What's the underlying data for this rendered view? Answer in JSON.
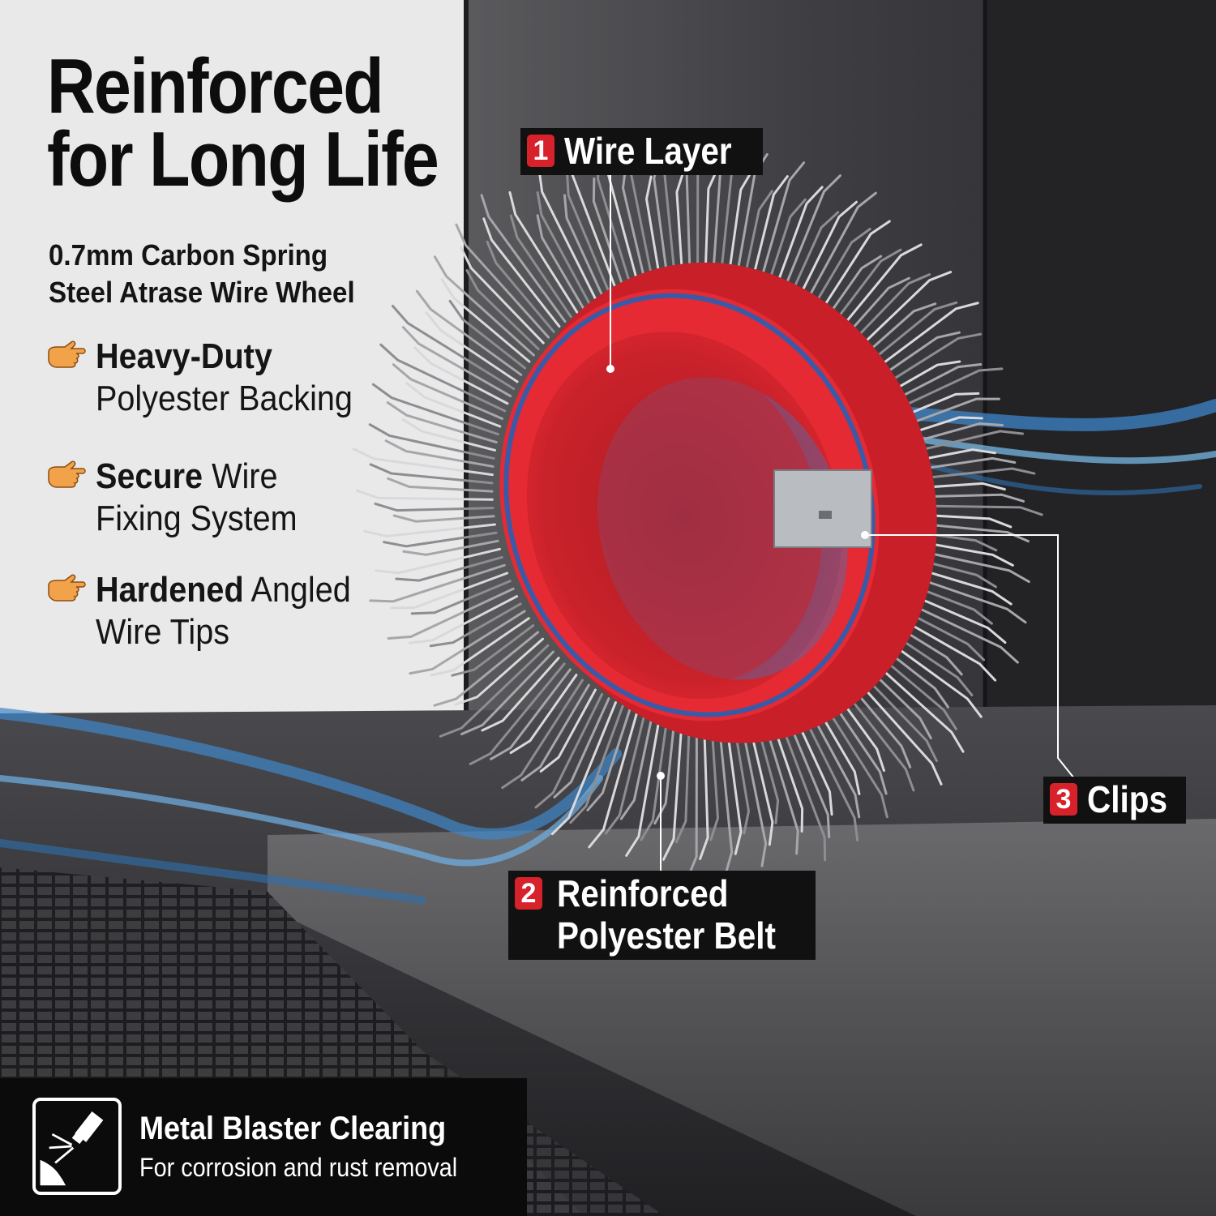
{
  "headline": {
    "line1": "Reinforced",
    "line2": "for Long Life"
  },
  "subtitle": {
    "line1": "0.7mm Carbon Spring",
    "line2": "Steel Atrase Wire Wheel"
  },
  "features": [
    {
      "bold": "Heavy-Duty",
      "rest": "",
      "line2": "Polyester Backing",
      "icon": "pointing-hand-icon"
    },
    {
      "bold": "Secure",
      "rest": " Wire",
      "line2": "Fixing System",
      "icon": "pointing-hand-icon"
    },
    {
      "bold": "Hardened",
      "rest": " Angled",
      "line2": "Wire Tips",
      "icon": "pointing-hand-icon"
    }
  ],
  "callouts": [
    {
      "number": "1",
      "label": "Wire Layer"
    },
    {
      "number": "2",
      "label_line1": "Reinforced",
      "label_line2": "Polyester Belt"
    },
    {
      "number": "3",
      "label": "Clips"
    }
  ],
  "bottom_bar": {
    "title": "Metal Blaster Clearing",
    "subtitle": "For corrosion and rust removal",
    "icon": "spray-nozzle-icon"
  },
  "colors": {
    "accent_red": "#d8222b",
    "label_bg": "#111112",
    "water_blue": "#3f86c9",
    "hand_orange": "#f2a34a"
  }
}
